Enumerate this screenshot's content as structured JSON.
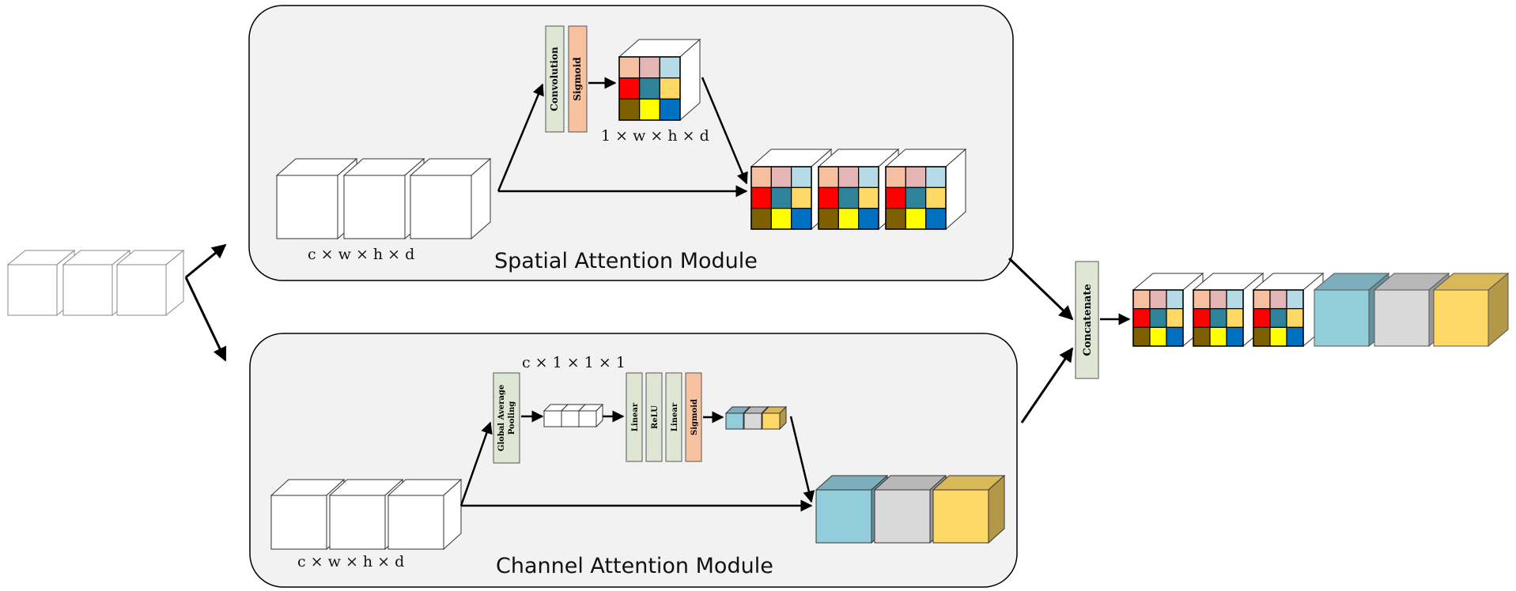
{
  "modules": {
    "spatial": {
      "title": "Spatial Attention Module",
      "conv_label": "Convolution",
      "sigmoid_label": "Sigmoid",
      "map_dims": "1 × w × h × d",
      "input_dims": "c  × w × h × d"
    },
    "channel": {
      "title": "Channel Attention Module",
      "gap_label_line1": "Global Average",
      "gap_label_line2": "Pooling",
      "pooled_dims": "c  × 1 × 1 × 1",
      "linear1_label": "Linear",
      "relu_label": "ReLU",
      "linear2_label": "Linear",
      "sigmoid_label": "Sigmoid",
      "input_dims": "c  × w × h × d"
    }
  },
  "concat_label": "Concatenate",
  "colors": {
    "module_bg": "#f2f2f2",
    "layer_green": "#dfe6d3",
    "layer_orange": "#f7c29f",
    "grid": [
      "#f5bfa0",
      "#e4b5b5",
      "#b6dbe6",
      "#ff0000",
      "#2e8299",
      "#ffd966",
      "#7f6000",
      "#ffff00",
      "#0070c0"
    ],
    "channel_blue": "#92cddc",
    "channel_gray": "#d9d9d9",
    "channel_yellow": "#ffd966"
  }
}
